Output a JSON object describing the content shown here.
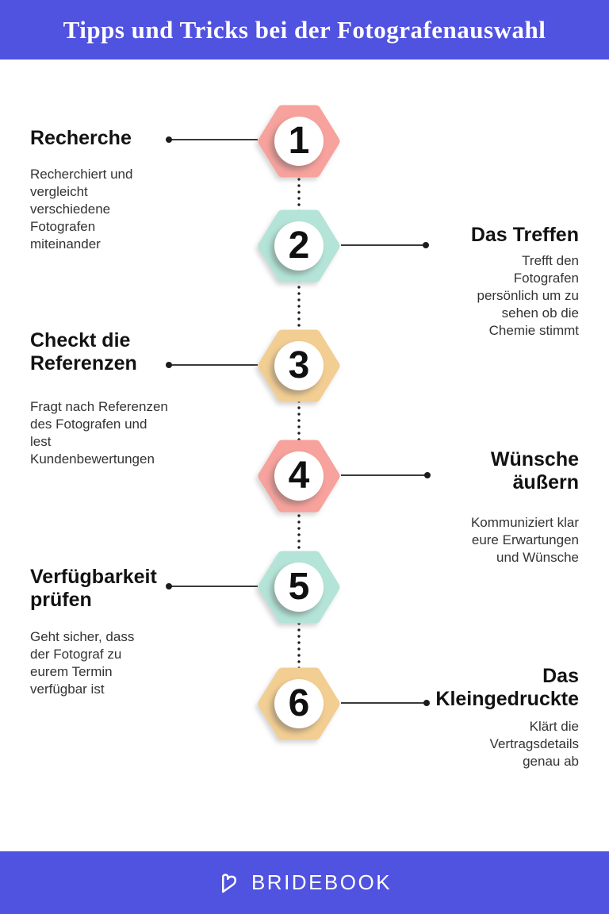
{
  "header": {
    "title": "Tipps und Tricks bei der Fotografenauswahl",
    "bg_color": "#5052E0",
    "text_color": "#FFFFFF"
  },
  "timeline": {
    "connector_color": "#3A3A3A",
    "dotted_line_color": "#1C1C1C"
  },
  "steps": [
    {
      "number": "1",
      "title": "Recherche",
      "description": "Recherchiert und\nvergleicht\nverschiedene\nFotografen\nmiteinander",
      "side": "left",
      "hex_color": "#F7A29C"
    },
    {
      "number": "2",
      "title": "Das Treffen",
      "description": "Trefft den\nFotografen\npersönlich um zu\nsehen ob die\nChemie stimmt",
      "side": "right",
      "hex_color": "#B4E4D7"
    },
    {
      "number": "3",
      "title": "Checkt die\nReferenzen",
      "description": "Fragt nach Referenzen\ndes Fotografen und\nlest\nKundenbewertungen",
      "side": "left",
      "hex_color": "#F2CE93"
    },
    {
      "number": "4",
      "title": "Wünsche\näußern",
      "description": "Kommuniziert klar\neure Erwartungen\nund Wünsche",
      "side": "right",
      "hex_color": "#F7A29C"
    },
    {
      "number": "5",
      "title": "Verfügbarkeit\nprüfen",
      "description": "Geht sicher, dass\nder Fotograf zu\neurem Termin\nverfügbar ist",
      "side": "left",
      "hex_color": "#B4E4D7"
    },
    {
      "number": "6",
      "title": "Das\nKleingedruckte",
      "description": "Klärt die\nVertragsdetails\ngenau ab",
      "side": "right",
      "hex_color": "#F2CE93"
    }
  ],
  "footer": {
    "brand": "BRIDEBOOK",
    "bg_color": "#5052E0",
    "logo_icon": "bridebook-heart-icon"
  }
}
